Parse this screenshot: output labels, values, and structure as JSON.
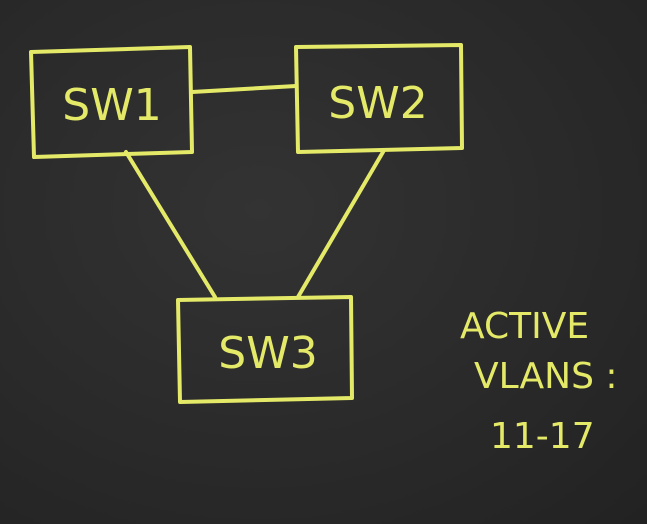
{
  "nodes": [
    {
      "id": "sw1",
      "label": "SW1"
    },
    {
      "id": "sw2",
      "label": "SW2"
    },
    {
      "id": "sw3",
      "label": "SW3"
    }
  ],
  "links": [
    {
      "from": "sw1",
      "to": "sw2"
    },
    {
      "from": "sw1",
      "to": "sw3"
    },
    {
      "from": "sw2",
      "to": "sw3"
    }
  ],
  "note": {
    "line1": "ACTIVE",
    "line2": "VLANS :",
    "line3": "11-17"
  },
  "colors": {
    "chalk": "#e4ea68",
    "board": "#2b2b2b"
  }
}
